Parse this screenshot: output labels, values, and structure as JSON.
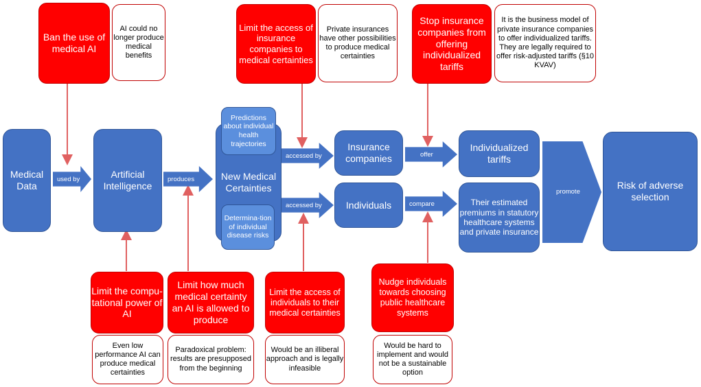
{
  "colors": {
    "blue": "#4472c4",
    "light_blue": "#5b8fdd",
    "red": "#ff0000",
    "connector": "#e06060"
  },
  "nodes": {
    "medical_data": "Medical Data",
    "ai": "Artificial Intelligence",
    "new_certainties": "New Medical Certainties",
    "predictions": "Predictions about individual health trajectories",
    "determination": "Determina-tion of individual disease risks",
    "insurance_companies": "Insurance companies",
    "individuals": "Individuals",
    "individualized_tariffs": "Individualized tariffs",
    "estimated_premiums": "Their estimated premiums in statutory healthcare systems and private insurance",
    "risk": "Risk of adverse selection"
  },
  "edges": {
    "used_by": "used by",
    "produces": "produces",
    "accessed_by_1": "accessed by",
    "accessed_by_2": "accessed by",
    "offer": "offer",
    "compare": "compare",
    "promote": "promote"
  },
  "measures": {
    "ban_ai": "Ban the use of medical AI",
    "ban_ai_note": "AI could no longer produce medical benefits",
    "limit_insurance_access": "Limit the access of insurance companies to medical certainties",
    "limit_insurance_access_note": "Private insurances have other possibilities to produce medical certainties",
    "stop_tariffs": "Stop insurance companies from offering individualized tariffs",
    "stop_tariffs_note": "It is the business model of private insurance companies to offer individualized tariffs. They are legally required to offer risk-adjusted tariffs (§10 KVAV)",
    "limit_power": "Limit the compu-tational power of AI",
    "limit_power_note": "Even low performance AI can produce medical certainties",
    "limit_certainty": "Limit how much medical certainty an AI is allowed to produce",
    "limit_certainty_note": "Paradoxical problem: results are presupposed from the beginning",
    "limit_individual_access": "Limit the access of individuals to their medical certainties",
    "limit_individual_access_note": "Would be an illiberal approach and is legally infeasible",
    "nudge": "Nudge individuals towards choosing public healthcare systems",
    "nudge_note": "Would be hard to implement and would not be a sustainable option"
  }
}
